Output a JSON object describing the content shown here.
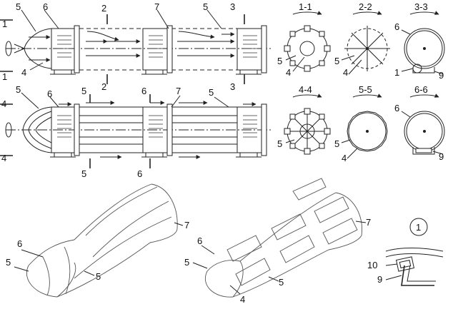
{
  "labels": {
    "n1": "1",
    "n2": "2",
    "n3": "3",
    "n4": "4",
    "n5": "5",
    "n6": "6",
    "n7": "7",
    "n9": "9",
    "n10": "10"
  },
  "sections": {
    "s11": "1-1",
    "s22": "2-2",
    "s33": "3-3",
    "s44": "4-4",
    "s55": "5-5",
    "s66": "6-6"
  },
  "detail": {
    "id": "1"
  }
}
